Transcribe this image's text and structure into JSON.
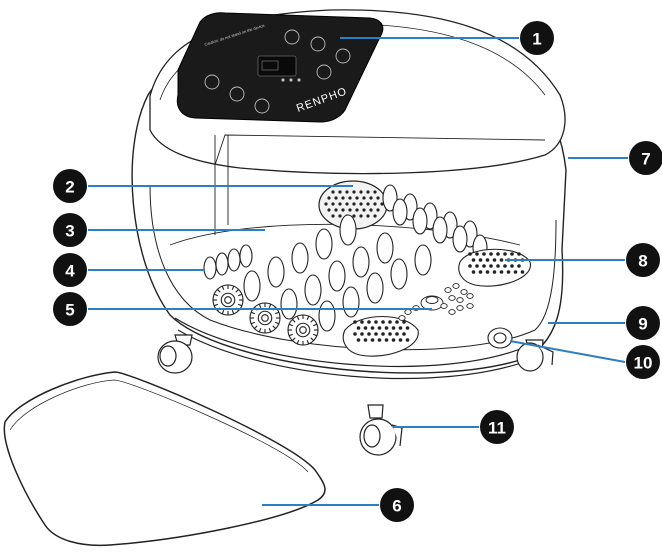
{
  "product": {
    "brand": "RENPHO",
    "panel_caption": "Caution: do not stand on the device"
  },
  "colors": {
    "leader_line": "#2e7fbf",
    "badge": "#111111",
    "outline": "#222222",
    "panel": "#1a1a1a"
  },
  "callouts": [
    {
      "number": "1"
    },
    {
      "number": "2"
    },
    {
      "number": "3"
    },
    {
      "number": "4"
    },
    {
      "number": "5"
    },
    {
      "number": "6"
    },
    {
      "number": "7"
    },
    {
      "number": "8"
    },
    {
      "number": "9"
    },
    {
      "number": "10"
    },
    {
      "number": "11"
    }
  ]
}
